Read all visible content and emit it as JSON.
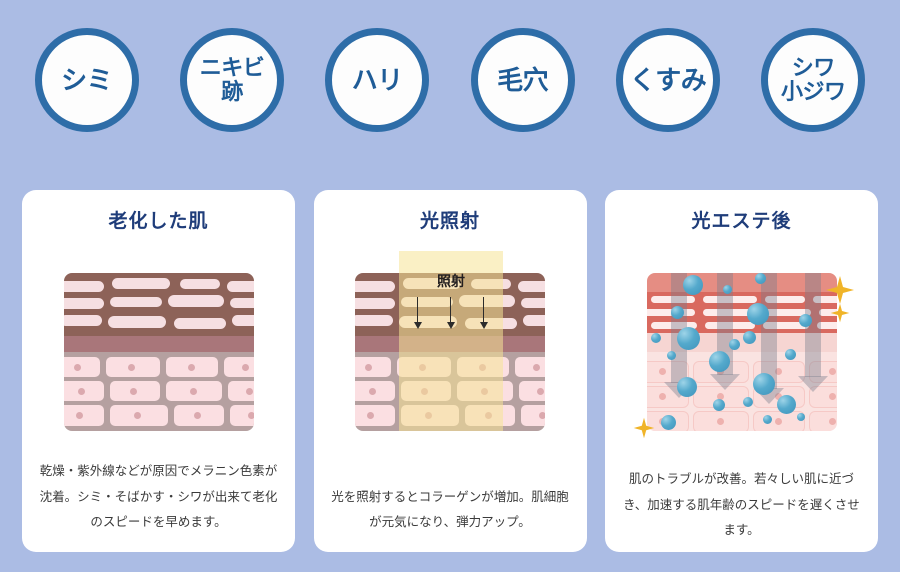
{
  "badges": [
    {
      "id": "shimi",
      "label": "シミ",
      "lines": [
        "シミ"
      ]
    },
    {
      "id": "nikibi-ato",
      "label": "ニキビ跡",
      "lines": [
        "ニキビ",
        "跡"
      ]
    },
    {
      "id": "hari",
      "label": "ハリ",
      "lines": [
        "ハリ"
      ]
    },
    {
      "id": "keana",
      "label": "毛穴",
      "lines": [
        "毛穴"
      ]
    },
    {
      "id": "kusumi",
      "label": "くすみ",
      "lines": [
        "くすみ"
      ]
    },
    {
      "id": "shiwa",
      "label": "シワ小ジワ",
      "lines": [
        "シワ",
        "小ジワ"
      ]
    }
  ],
  "cards": [
    {
      "id": "aged-skin",
      "title": "老化した肌",
      "caption": "乾燥・紫外線などが原因でメラニン色素が沈着。シミ・そばかす・シワが出来て老化のスピードを早めます。"
    },
    {
      "id": "light-irradiation",
      "title": "光照射",
      "beam_label": "照射",
      "caption": "光を照射するとコラーゲンが増加。肌細胞が元気になり、弾力アップ。"
    },
    {
      "id": "after-photo-facial",
      "title": "光エステ後",
      "caption": "肌のトラブルが改善。若々しい肌に近づき、加速する肌年齢のスピードを遅くさせます。"
    }
  ],
  "colors": {
    "background": "#abbce4",
    "badge_ring": "#2e6da8",
    "badge_text": "#1f5c97",
    "card_background": "#ffffff",
    "title_text": "#1f3d7a",
    "caption_text": "#3a3a3a",
    "aged_epidermis": "#8d6258",
    "healthy_epidermis": "#d9695f",
    "bubble": "#54a9cc",
    "beam": "#f6e496",
    "sparkle": "#f0b429"
  }
}
